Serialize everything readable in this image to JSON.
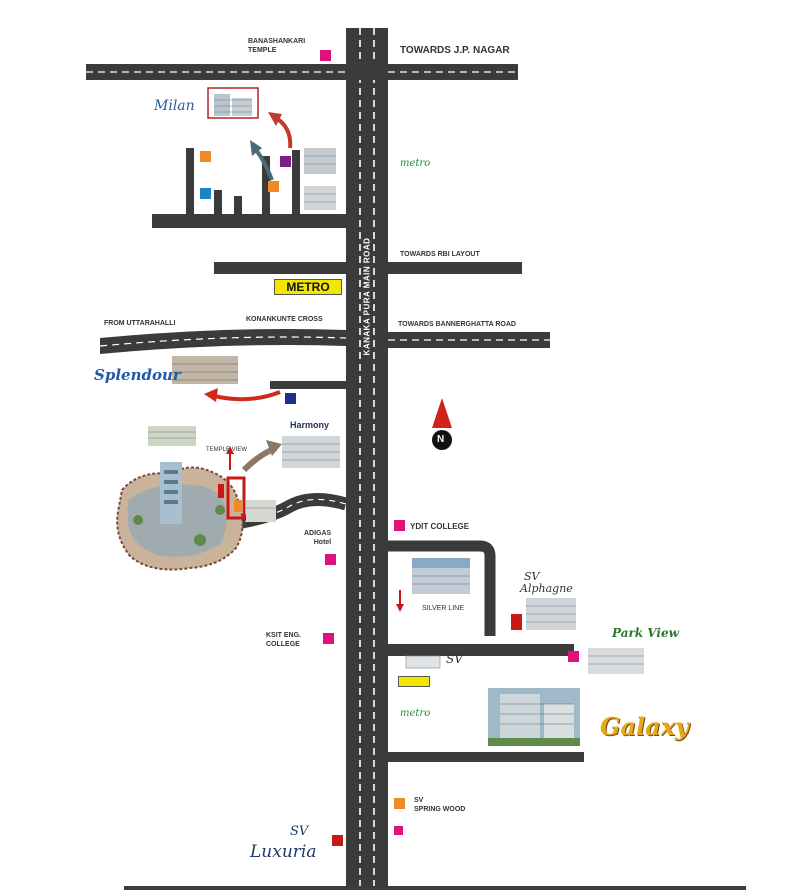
{
  "colors": {
    "road": "#3b3b3b",
    "dash": "#ffffff",
    "marker_pink": "#e0117a",
    "marker_orange": "#f08a24",
    "marker_blue": "#1d82c9",
    "marker_purple": "#7a1e8a",
    "marker_red": "#c81818",
    "marker_navy": "#1d2f8a",
    "metro_yellow": "#f3e600"
  },
  "roads": {
    "main": "KANAKA PURA MAIN ROAD"
  },
  "labels": {
    "banashankari_temple": "BANASHANKARI\nTEMPLE",
    "towards_jp_nagar": "TOWARDS J.P. NAGAR",
    "towards_rbi": "TOWARDS RBI LAYOUT",
    "metro_badge": "METRO",
    "from_uttarahalli": "FROM UTTARAHALLI",
    "konanakunte_cross": "KONANKUNTE CROSS",
    "towards_bannerghatta": "TOWARDS BANNERGHATTA ROAD",
    "ydit_college": "YDIT COLLEGE",
    "adigas_hotel": "ADIGAS\nHotel",
    "ksit_college": "KSIT ENG.\nCOLLEGE",
    "sv_springwood": "SV\nSPRING WOOD",
    "north_letter": "N"
  },
  "projects": {
    "milan": "Milan",
    "splendour": "Splendour",
    "harmony": "Harmony",
    "temple_view": "TEMPLE VIEW",
    "silver_line": "SILVER LINE",
    "alphagne": "Alphagne",
    "park_view": "Park View",
    "galaxy": "Galaxy",
    "luxuria": "Luxuria",
    "sv_prefix": "SV",
    "metro_word": "metro"
  }
}
